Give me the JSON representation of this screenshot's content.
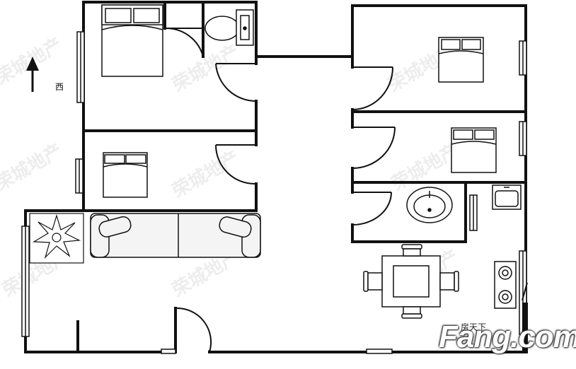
{
  "compass": {
    "label": "西",
    "arrow_icon": "north-arrow-icon"
  },
  "watermark": {
    "tiled_text": "荣城地产",
    "logo_text": "Fang.com",
    "logo_subtext": "房天下",
    "color": "#d9d9d9"
  },
  "colors": {
    "wall": "#111111",
    "fill_dark": "#1a1a1a",
    "furniture": "#111111",
    "sofa": "#f4f4f4"
  }
}
